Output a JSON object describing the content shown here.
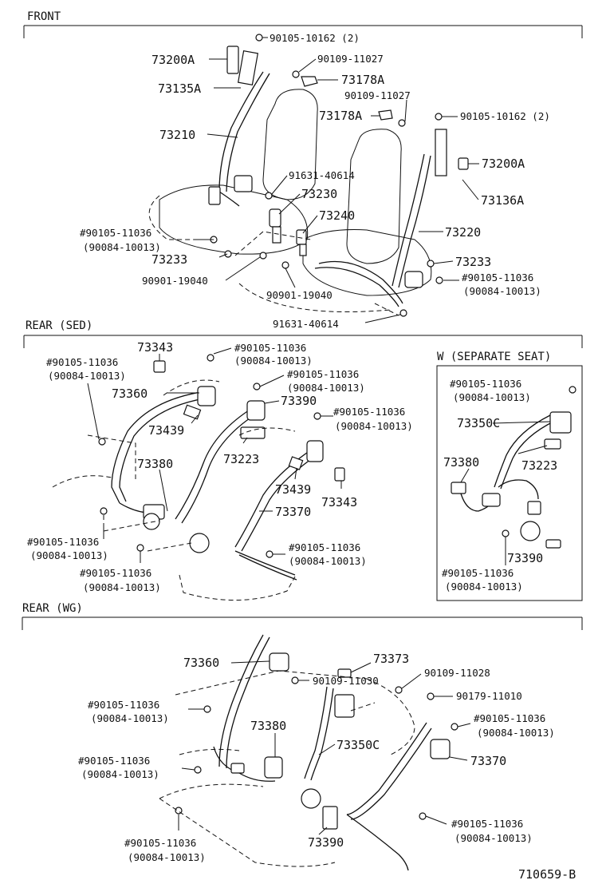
{
  "sections": {
    "front": "FRONT",
    "rear_sed": "REAR (SED)",
    "rear_wg": "REAR (WG)",
    "separate_seat": "W (SEPARATE SEAT)"
  },
  "front_labels": {
    "b1": "90105-10162 (2)",
    "p1": "73200A",
    "b2": "90109-11027",
    "p2": "73178A",
    "p3": "73135A",
    "b3": "90109-11027",
    "p4": "73178A",
    "b4": "90105-10162 (2)",
    "p5": "73210",
    "p6": "73200A",
    "b5": "91631-40614",
    "p7": "73230",
    "p8": "73136A",
    "p9": "73240",
    "b6": "#90105-11036",
    "b6s": "(90084-10013)",
    "p10": "73220",
    "p11": "73233",
    "p12": "73233",
    "b7": "#90105-11036",
    "b7s": "(90084-10013)",
    "b8": "90901-19040",
    "b9": "90901-19040",
    "b10": "91631-40614"
  },
  "rear_sed_labels": {
    "p1": "73343",
    "b1": "#90105-11036",
    "b1s": "(90084-10013)",
    "b2": "#90105-11036",
    "b2s": "(90084-10013)",
    "b3": "#90105-11036",
    "b3s": "(90084-10013)",
    "p2": "73360",
    "p3": "73390",
    "b4": "#90105-11036",
    "b4s": "(90084-10013)",
    "p4": "73439",
    "p5": "73223",
    "p6": "73380",
    "p7": "73439",
    "p8": "73343",
    "p9": "73370",
    "b5": "#90105-11036",
    "b5s": "(90084-10013)",
    "b6": "#90105-11036",
    "b6s": "(90084-10013)",
    "b7": "#90105-11036",
    "b7s": "(90084-10013)"
  },
  "separate_labels": {
    "b1": "#90105-11036",
    "b1s": "(90084-10013)",
    "p1": "73350C",
    "p2": "73380",
    "p3": "73223",
    "p4": "73390",
    "b2": "#90105-11036",
    "b2s": "(90084-10013)"
  },
  "rear_wg_labels": {
    "b1": "90109-11030",
    "p1": "73360",
    "p2": "73373",
    "b2": "90109-11028",
    "b3": "90179-11010",
    "b4": "#90105-11036",
    "b4s": "(90084-10013)",
    "b5": "#90105-11036",
    "b5s": "(90084-10013)",
    "p3": "73380",
    "p4": "73350C",
    "p5": "73370",
    "b6": "#90105-11036",
    "b6s": "(90084-10013)",
    "p6": "73390",
    "b7": "#90105-11036",
    "b7s": "(90084-10013)",
    "b8": "#90105-11036",
    "b8s": "(90084-10013)"
  },
  "figure_code": "710659-B"
}
